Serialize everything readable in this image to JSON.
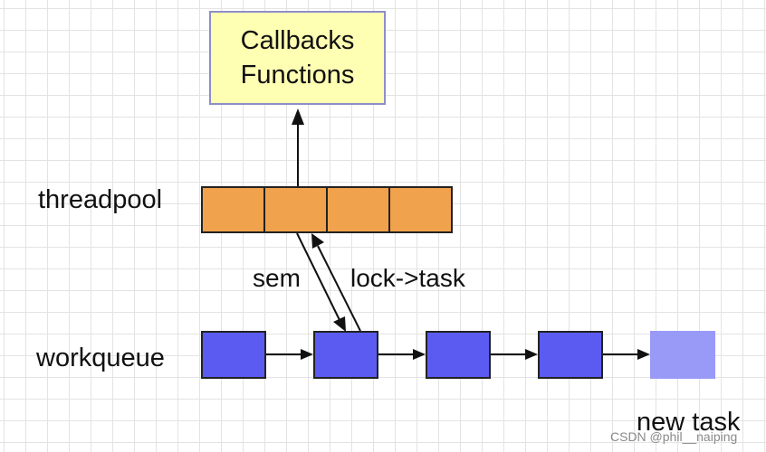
{
  "callbacks": {
    "line1": "Callbacks",
    "line2": "Functions"
  },
  "labels": {
    "threadpool": "threadpool",
    "workqueue": "workqueue",
    "sem": "sem",
    "lock_task": "lock->task",
    "new_task": "new task",
    "watermark": "CSDN @phil__naiping"
  },
  "colors": {
    "callbacks_fill": "#ffffb3",
    "callbacks_border": "#8e8ec8",
    "threadpool_cell": "#f0a24c",
    "workqueue_task": "#5b5bf2",
    "new_task": "#9999f8",
    "grid": "#e3e3e3"
  }
}
